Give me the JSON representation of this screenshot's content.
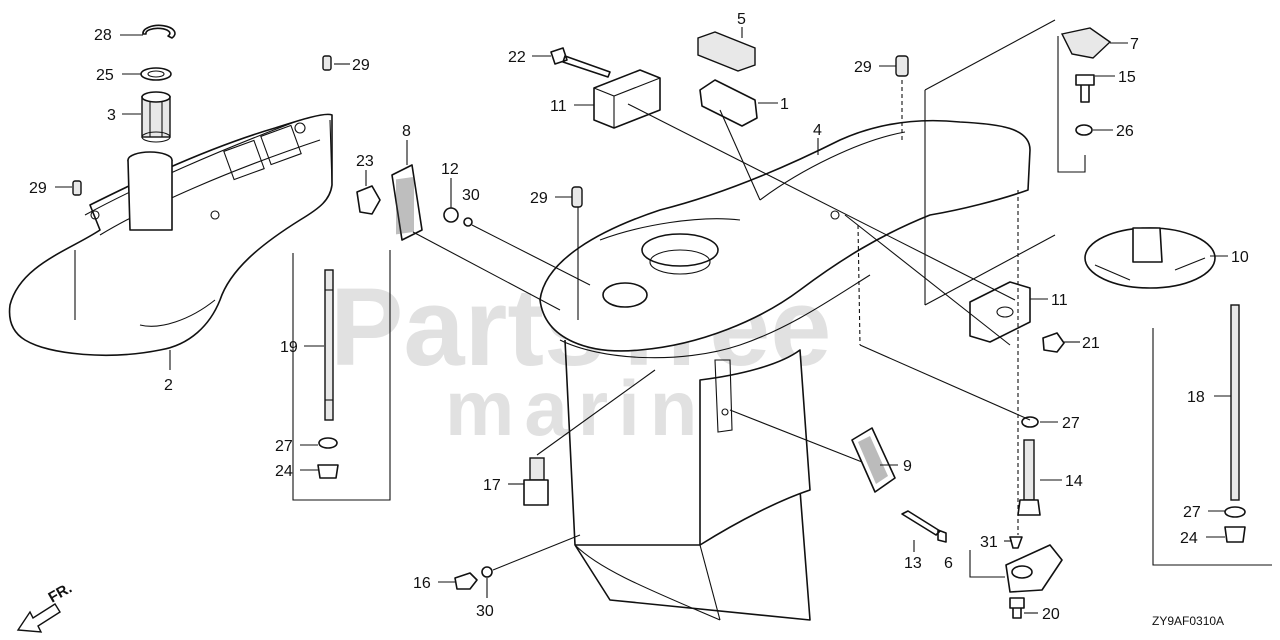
{
  "diagram": {
    "code": "ZY9AF0310A",
    "direction_label": "FR.",
    "watermark_line1": "PartsTree",
    "watermark_line2": "marine",
    "callouts": [
      {
        "id": "c28",
        "text": "28"
      },
      {
        "id": "c25",
        "text": "25"
      },
      {
        "id": "c3",
        "text": "3"
      },
      {
        "id": "c29a",
        "text": "29"
      },
      {
        "id": "c29b",
        "text": "29"
      },
      {
        "id": "c2",
        "text": "2"
      },
      {
        "id": "c19",
        "text": "19"
      },
      {
        "id": "c27a",
        "text": "27"
      },
      {
        "id": "c24a",
        "text": "24"
      },
      {
        "id": "c8",
        "text": "8"
      },
      {
        "id": "c23",
        "text": "23"
      },
      {
        "id": "c12",
        "text": "12"
      },
      {
        "id": "c30a",
        "text": "30"
      },
      {
        "id": "c22",
        "text": "22"
      },
      {
        "id": "c11a",
        "text": "11"
      },
      {
        "id": "c5",
        "text": "5"
      },
      {
        "id": "c1",
        "text": "1"
      },
      {
        "id": "c4",
        "text": "4"
      },
      {
        "id": "c29c",
        "text": "29"
      },
      {
        "id": "c29d",
        "text": "29"
      },
      {
        "id": "c7",
        "text": "7"
      },
      {
        "id": "c15",
        "text": "15"
      },
      {
        "id": "c26",
        "text": "26"
      },
      {
        "id": "c10",
        "text": "10"
      },
      {
        "id": "c11b",
        "text": "11"
      },
      {
        "id": "c21",
        "text": "21"
      },
      {
        "id": "c27b",
        "text": "27"
      },
      {
        "id": "c14",
        "text": "14"
      },
      {
        "id": "c9",
        "text": "9"
      },
      {
        "id": "c17",
        "text": "17"
      },
      {
        "id": "c16",
        "text": "16"
      },
      {
        "id": "c30b",
        "text": "30"
      },
      {
        "id": "c13",
        "text": "13"
      },
      {
        "id": "c6",
        "text": "6"
      },
      {
        "id": "c31",
        "text": "31"
      },
      {
        "id": "c20",
        "text": "20"
      },
      {
        "id": "c18",
        "text": "18"
      },
      {
        "id": "c27c",
        "text": "27"
      },
      {
        "id": "c24b",
        "text": "24"
      }
    ]
  }
}
